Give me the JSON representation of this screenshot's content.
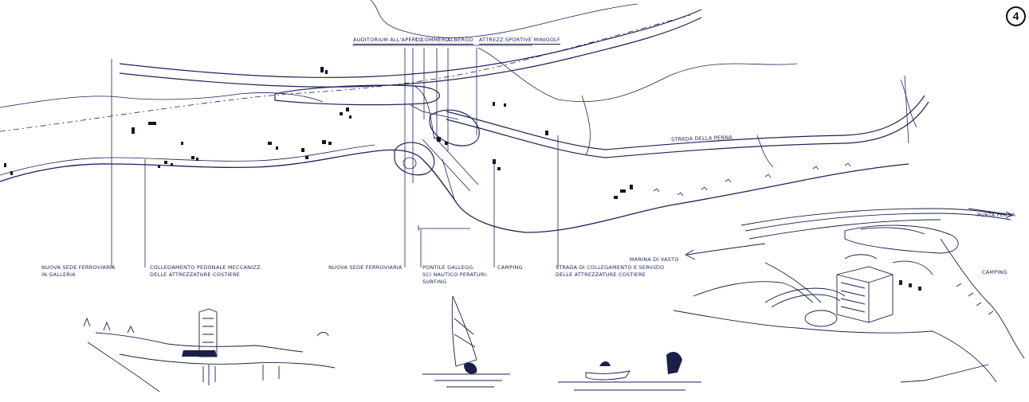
{
  "sheet_number": "4",
  "plan_labels": {
    "top": {
      "auditorium": "AUDITORIUM ALL'APERTO",
      "commerciale": "C.COMMERC.",
      "albergo": "ALBERGO",
      "attrezzature": "ATTREZZ.SPORTIVE MINIGOLF"
    },
    "road": "STRADA DELLA PENNA",
    "bottom": {
      "sede_galleria_line1": "NUOVA SEDE FERROVIARIA",
      "sede_galleria_line2": "IN GALLERIA",
      "collegamento_line1": "COLLEGAMENTO PEDONALE MECCANIZZ.",
      "collegamento_line2": "DELLE ATTREZZATURE COSTIERE",
      "sede_ferroviaria": "NUOVA SEDE FERROVIARIA",
      "pontile_line1": "PONTILE GALLEGG.",
      "pontile_line2": "SCI NAUTICO PERATURI.",
      "pontile_line3": "SURFING",
      "camping": "CAMPING",
      "strada_line1": "STRADA DI COLLEGAMENTO E SERVIZIO",
      "strada_line2": "DELLE ATTREZZATURE COSTIERE"
    }
  },
  "perspective_labels": {
    "punta_penna": "PUNTA PENNA",
    "marina_di_vasto": "MARINA DI VASTO",
    "camping": "CAMPING"
  },
  "colors": {
    "ink": "#1e2358",
    "paper": "#ffffff"
  }
}
